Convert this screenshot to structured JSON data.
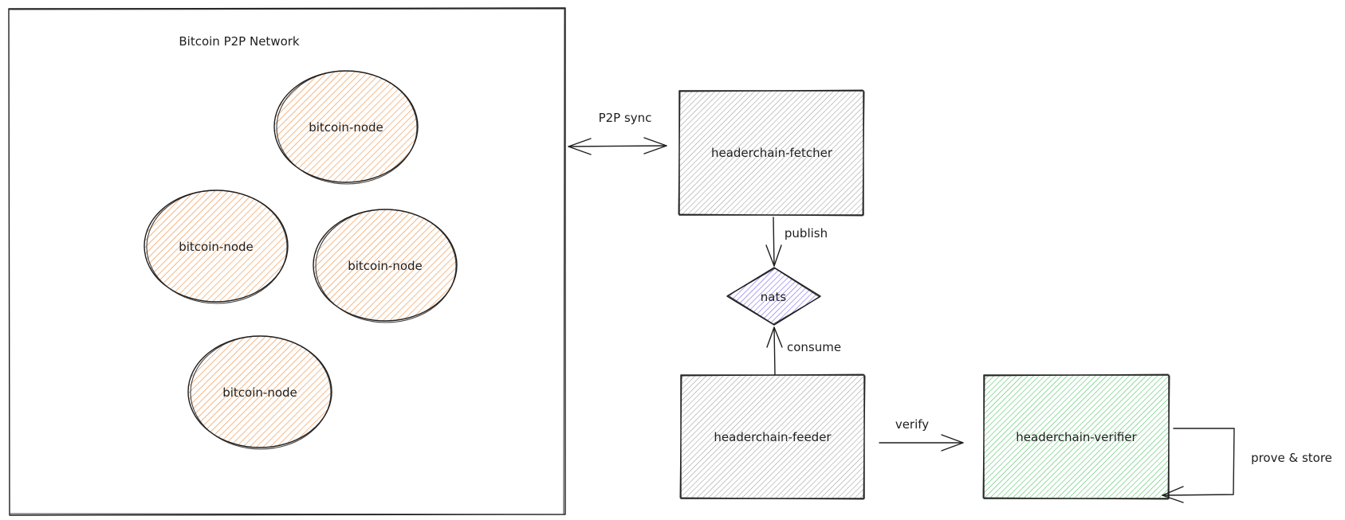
{
  "network_title": "Bitcoin P2P Network",
  "nodes": [
    "bitcoin-node",
    "bitcoin-node",
    "bitcoin-node",
    "bitcoin-node"
  ],
  "fetcher": "headerchain-fetcher",
  "nats": "nats",
  "feeder": "headerchain-feeder",
  "verifier": "headerchain-verifier",
  "edges": {
    "p2p_sync": "P2P sync",
    "publish": "publish",
    "consume": "consume",
    "verify": "verify",
    "prove_store": "prove & store"
  },
  "colors": {
    "node_fill": "#f08c3c",
    "service_fill": "#9a9a9a",
    "nats_fill": "#7b68ee",
    "verifier_fill": "#40c057",
    "ink": "#1e1e1e"
  }
}
